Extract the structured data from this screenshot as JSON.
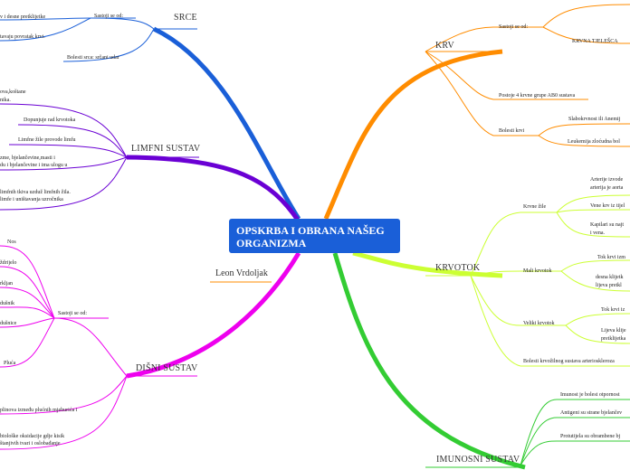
{
  "central": {
    "line1": "OPSKRBA I OBRANA NAŠEG",
    "line2": "ORGANIZMA"
  },
  "author": "Leon Vrdoljak",
  "colors": {
    "central": "#1a5fd8",
    "srce": "#1a5fd8",
    "krv": "#ff8c00",
    "limfni": "#6a00d4",
    "krvotok": "#ccff33",
    "disni": "#ee00ee",
    "imunosni": "#33cc33"
  },
  "srce": {
    "title": "SRCE",
    "sastoji": "Sastoji se od:",
    "item1": "v i desne pretklijetke",
    "item2": "tavaju povratak krvi.",
    "bolesti": "Bolesti srca: srčani udar"
  },
  "limfni": {
    "title": "LIMFNI SUSTAV",
    "top1": "ova,koštane",
    "top2": "nika.",
    "dopunjuje": "Dopunjuje  rad krvotoka",
    "limfne": "Limfne žile provode limfu",
    "mid1": "zme, bjelančevine,masti i",
    "mid2": "du i bjelančevine i ima ulogu u",
    "low1": "limfnih tkiva uzduž limfnih žila.",
    "low2": "limfe i uništavanja uzročnika"
  },
  "disni": {
    "title": "DIŠNI SUSTAV",
    "sastoji": "Sastoji se od:",
    "nos": "Nos",
    "zdrijelo": "ždrijelo",
    "grkljan": "rkljan",
    "dusnik": "dušnik",
    "dusnice": "dušnice",
    "pluca": "Pluća",
    "izmjena": "plinova između plućnih mjehurića i",
    "ox1": "biološke oksidacije gdje kisik",
    "ox2": "štanjivih tvari i oslobađanje"
  },
  "krv": {
    "title": "KRV",
    "sastoji": "Sastoji se od:",
    "tjelesca": "KRVNA TJELEŠCA",
    "grupe": "Postoje 4 krvne grupe AB0 sustava",
    "bolesti": "Bolesti krvi",
    "slabokrvnost": "Slabokrvnost ili Anemij",
    "leukemija": "Leukemija zloćudna bol"
  },
  "krvotok": {
    "title": "KRVOTOK",
    "zile": "Krvne žile",
    "arterije1": "Arterije izvode",
    "arterije2": "arterija je aorta",
    "vene": "Vene krv iz tijel",
    "kapilari1": "Kapilari su najt",
    "kapilari2": "i vena.",
    "mali": "Mali krvotok",
    "mali_tok": "Tok krvi izm",
    "mali_d1": "desna klijetk",
    "mali_d2": "lijeva pretkl",
    "veliki": "Veliki krvotok",
    "veliki_tok": "Tok krvi iz",
    "veliki_d1": "Lijeva klije",
    "veliki_d2": "pretklijetka",
    "bolesti": "Bolesti krvožilnog sustava arterioskleroza"
  },
  "imunosni": {
    "title": "IMUNOSNI SUSTAV",
    "i1": "Imunost je bolest otpornost",
    "i2": "Antigeni su strane bjelančev",
    "i3": "Protutijela su obrambene bj"
  }
}
